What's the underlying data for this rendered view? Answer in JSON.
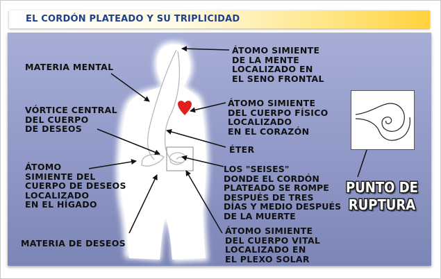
{
  "title": "EL CORDÓN PLATEADO Y SU TRIPLICIDAD",
  "labels": {
    "materia_mental": "MATERIA MENTAL",
    "vortice_central": "VÓRTICE CENTRAL\nDEL CUERPO\nDE DESEOS",
    "atomo_deseos": "ÁTOMO\nSIMIENTE DEL\nCUERPO DE DESEOS\nLOCALIZADO\nEN EL HÍGADO",
    "materia_deseos": "MATERIA DE DESEOS",
    "atomo_mente": "ÁTOMO SIMIENTE\nDE LA MENTE\nLOCALIZADO EN\nEL SENO FRONTAL",
    "atomo_fisico": "ÁTOMO SIMIENTE\nDEL CUERPO FÍSICO\nLOCALIZADO\nEN EL CORAZÓN",
    "eter": "ÉTER",
    "seises": "LOS \"SEISES\"\nDONDE EL CORDÓN\nPLATEADO SE ROMPE\nDESPUÉS DE TRES\nDÍAS Y MEDIO DESPUÉS\nDE LA MUERTE",
    "atomo_vital": "ÁTOMO SIMIENTE\nDEL CUERPO VITAL\nLOCALIZADO EN\nEL PLEXO SOLAR",
    "punto_ruptura": "PUNTO DE\nRUPTURA"
  },
  "colors": {
    "title_text": "#1f3f86",
    "background": "#8f98c6",
    "heart": "#e0201c"
  },
  "icons": [
    "heart-icon",
    "spiral-icon"
  ]
}
